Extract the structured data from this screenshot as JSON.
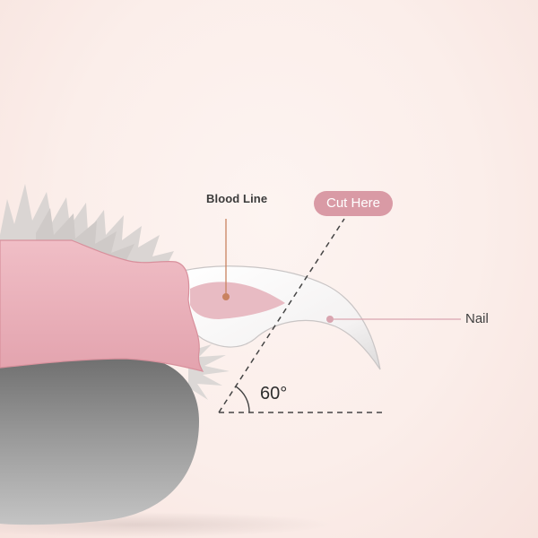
{
  "labels": {
    "blood_line": "Blood Line",
    "cut_here": "Cut Here",
    "nail": "Nail",
    "angle": "60°"
  },
  "colors": {
    "toe_pink": "#eab0ba",
    "toe_outline": "#d8909c",
    "pad_gray": "#8d8d8d",
    "quick_pink": "#e7b7c0",
    "nail_white": "#f7f6f6",
    "leader_line": "#c98260",
    "nail_leader": "#d9a5b0",
    "badge": "#d99aa5",
    "fur": "#d8d4d2"
  },
  "icons": {
    "blood_marker": "dot-marker-icon",
    "nail_marker": "dot-marker-icon"
  }
}
